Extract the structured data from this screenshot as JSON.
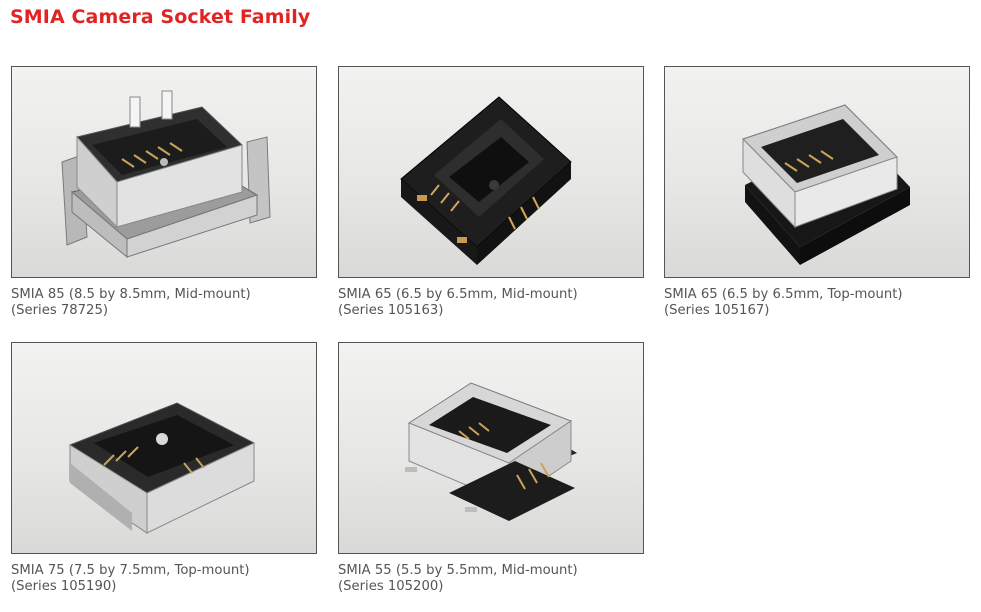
{
  "page": {
    "title": "SMIA Camera Socket Family",
    "title_color": "#e02424"
  },
  "products": [
    {
      "name": "SMIA 85 (8.5 by 8.5mm, Mid-mount)",
      "series": "(Series 78725)"
    },
    {
      "name": "SMIA 65 (6.5 by 6.5mm, Mid-mount)",
      "series": "(Series 105163)"
    },
    {
      "name": "SMIA 65 (6.5 by 6.5mm, Top-mount)",
      "series": "(Series 105167)"
    },
    {
      "name": "SMIA 75 (7.5 by 7.5mm, Top-mount)",
      "series": "(Series 105190)"
    },
    {
      "name": "SMIA 55 (5.5 by 5.5mm, Mid-mount)",
      "series": "(Series 105200)"
    }
  ]
}
